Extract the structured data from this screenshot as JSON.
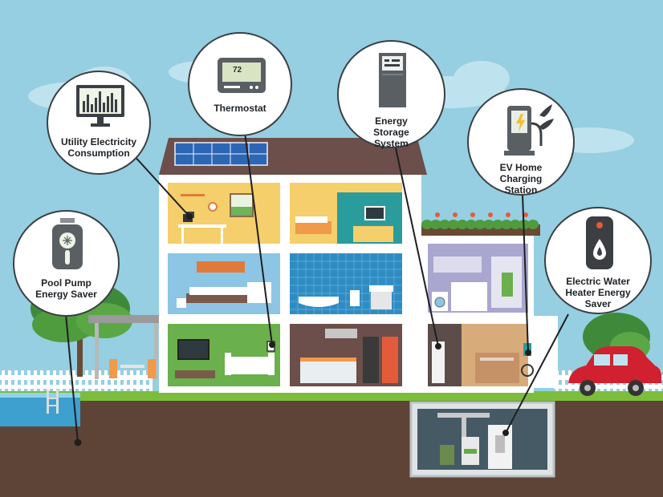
{
  "colors": {
    "sky": "#95cfe1",
    "ground": "#5e4437",
    "grass": "#7cbd3c",
    "house_wall": "#ffffff",
    "roof": "#6c4e4a",
    "pool": "#3ea0cf",
    "car": "#d1202f",
    "leader_line": "#1f1f1f"
  },
  "callouts": {
    "utility": {
      "label": "Utility Electricity Consumption",
      "icon": "monitor-bar-chart-icon"
    },
    "thermostat": {
      "label": "Thermostat",
      "icon": "thermostat-icon",
      "temperature": "72"
    },
    "storage": {
      "label": "Energy Storage System",
      "icon": "battery-cabinet-icon"
    },
    "ev": {
      "label": "EV Home Charging Station",
      "icon": "ev-charger-icon"
    },
    "water_heater": {
      "label": "Electric Water Heater Energy Saver",
      "icon": "water-heater-icon"
    },
    "pool_pump": {
      "label": "Pool Pump Energy Saver",
      "icon": "pool-pump-icon"
    }
  }
}
